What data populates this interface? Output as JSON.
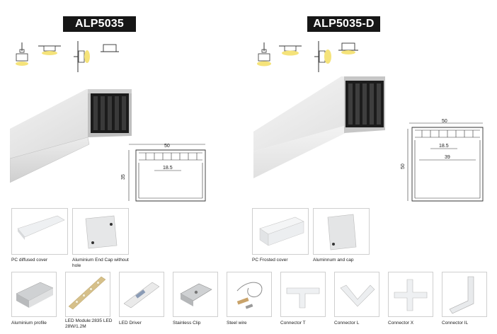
{
  "left": {
    "title": "ALP5035",
    "drawing": {
      "width": "50",
      "inner": "18.5",
      "height": "35"
    },
    "accessories": [
      {
        "label": "PC diffused cover",
        "icon": "cover-icon"
      },
      {
        "label": "Aluminium End Cap without hole",
        "icon": "end-cap-icon"
      }
    ]
  },
  "right": {
    "title": "ALP5035-D",
    "drawing": {
      "width": "50",
      "inner": "18.5",
      "inner2": "39",
      "height": "50"
    },
    "accessories": [
      {
        "label": "PC Frosted cover",
        "icon": "cover-icon"
      },
      {
        "label": "Aluminnum and cap",
        "icon": "end-cap-icon"
      }
    ]
  },
  "components": [
    {
      "label": "Aluminium profile",
      "icon": "profile-icon"
    },
    {
      "label": "LED Module:2835 LED 28W/1.2M",
      "icon": "led-module-icon"
    },
    {
      "label": "LED Driver",
      "icon": "led-driver-icon"
    },
    {
      "label": "Stainless Clip",
      "icon": "clip-icon"
    },
    {
      "label": "Steel wire",
      "icon": "steel-wire-icon"
    },
    {
      "label": "Connector T",
      "icon": "connector-t-icon"
    },
    {
      "label": "Connector L",
      "icon": "connector-l-icon"
    },
    {
      "label": "Connector X",
      "icon": "connector-x-icon"
    },
    {
      "label": "Connector IL",
      "icon": "connector-il-icon"
    }
  ],
  "colors": {
    "badge": "#161616",
    "light": "#f5e37a",
    "metal": "#d9dadb"
  }
}
